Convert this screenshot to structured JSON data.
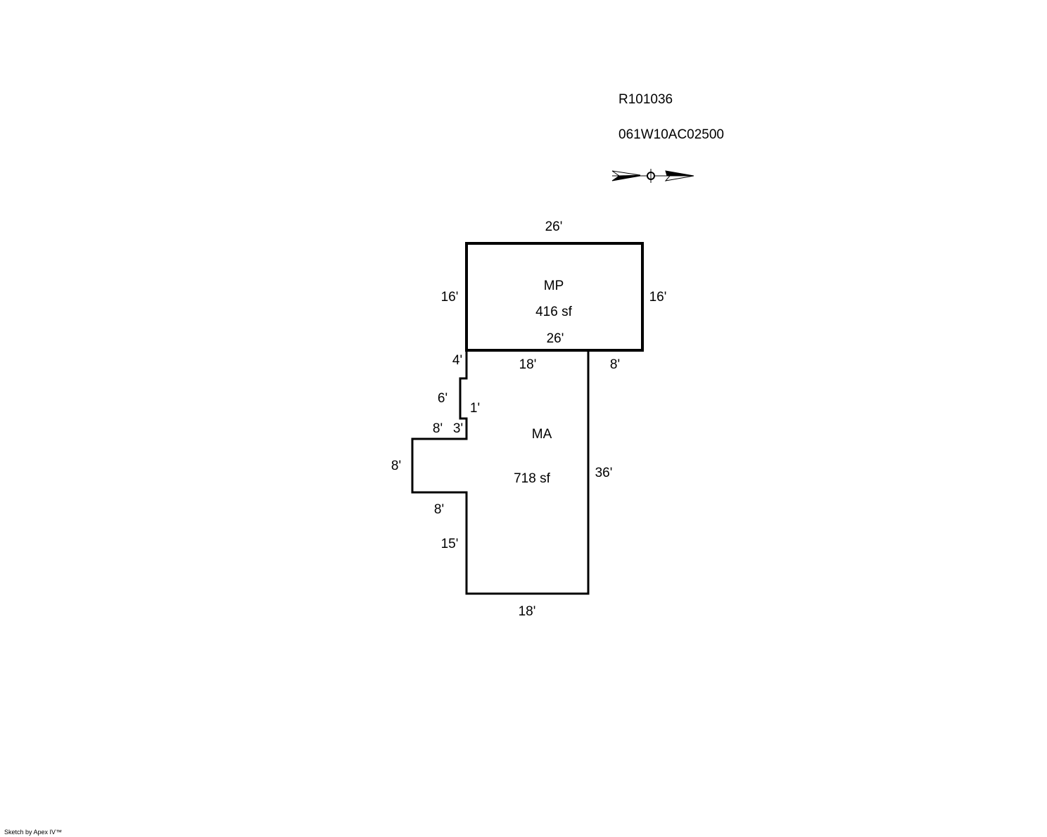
{
  "header": {
    "account_id": "R101036",
    "map_tax_lot": "061W10AC02500"
  },
  "compass": {
    "icon": "north-arrow-icon"
  },
  "areas": {
    "mp": {
      "code": "MP",
      "area": "416 sf"
    },
    "ma": {
      "code": "MA",
      "area": "718 sf"
    }
  },
  "dimensions": {
    "mp_top": "26'",
    "mp_left": "16'",
    "mp_right": "16'",
    "mp_bottom": "26'",
    "ma_top": "18'",
    "mp_overhang": "8'",
    "ma_left_upper": "4'",
    "ma_jog_left": "6'",
    "ma_jog_width": "1'",
    "ma_jog_bottom": "3'",
    "ma_bump_top": "8'",
    "ma_bump_side": "8'",
    "ma_bump_bottom": "8'",
    "ma_left_lower": "15'",
    "ma_right": "36'",
    "ma_bottom": "18'"
  },
  "footer": {
    "credit": "Sketch by Apex IV™"
  }
}
